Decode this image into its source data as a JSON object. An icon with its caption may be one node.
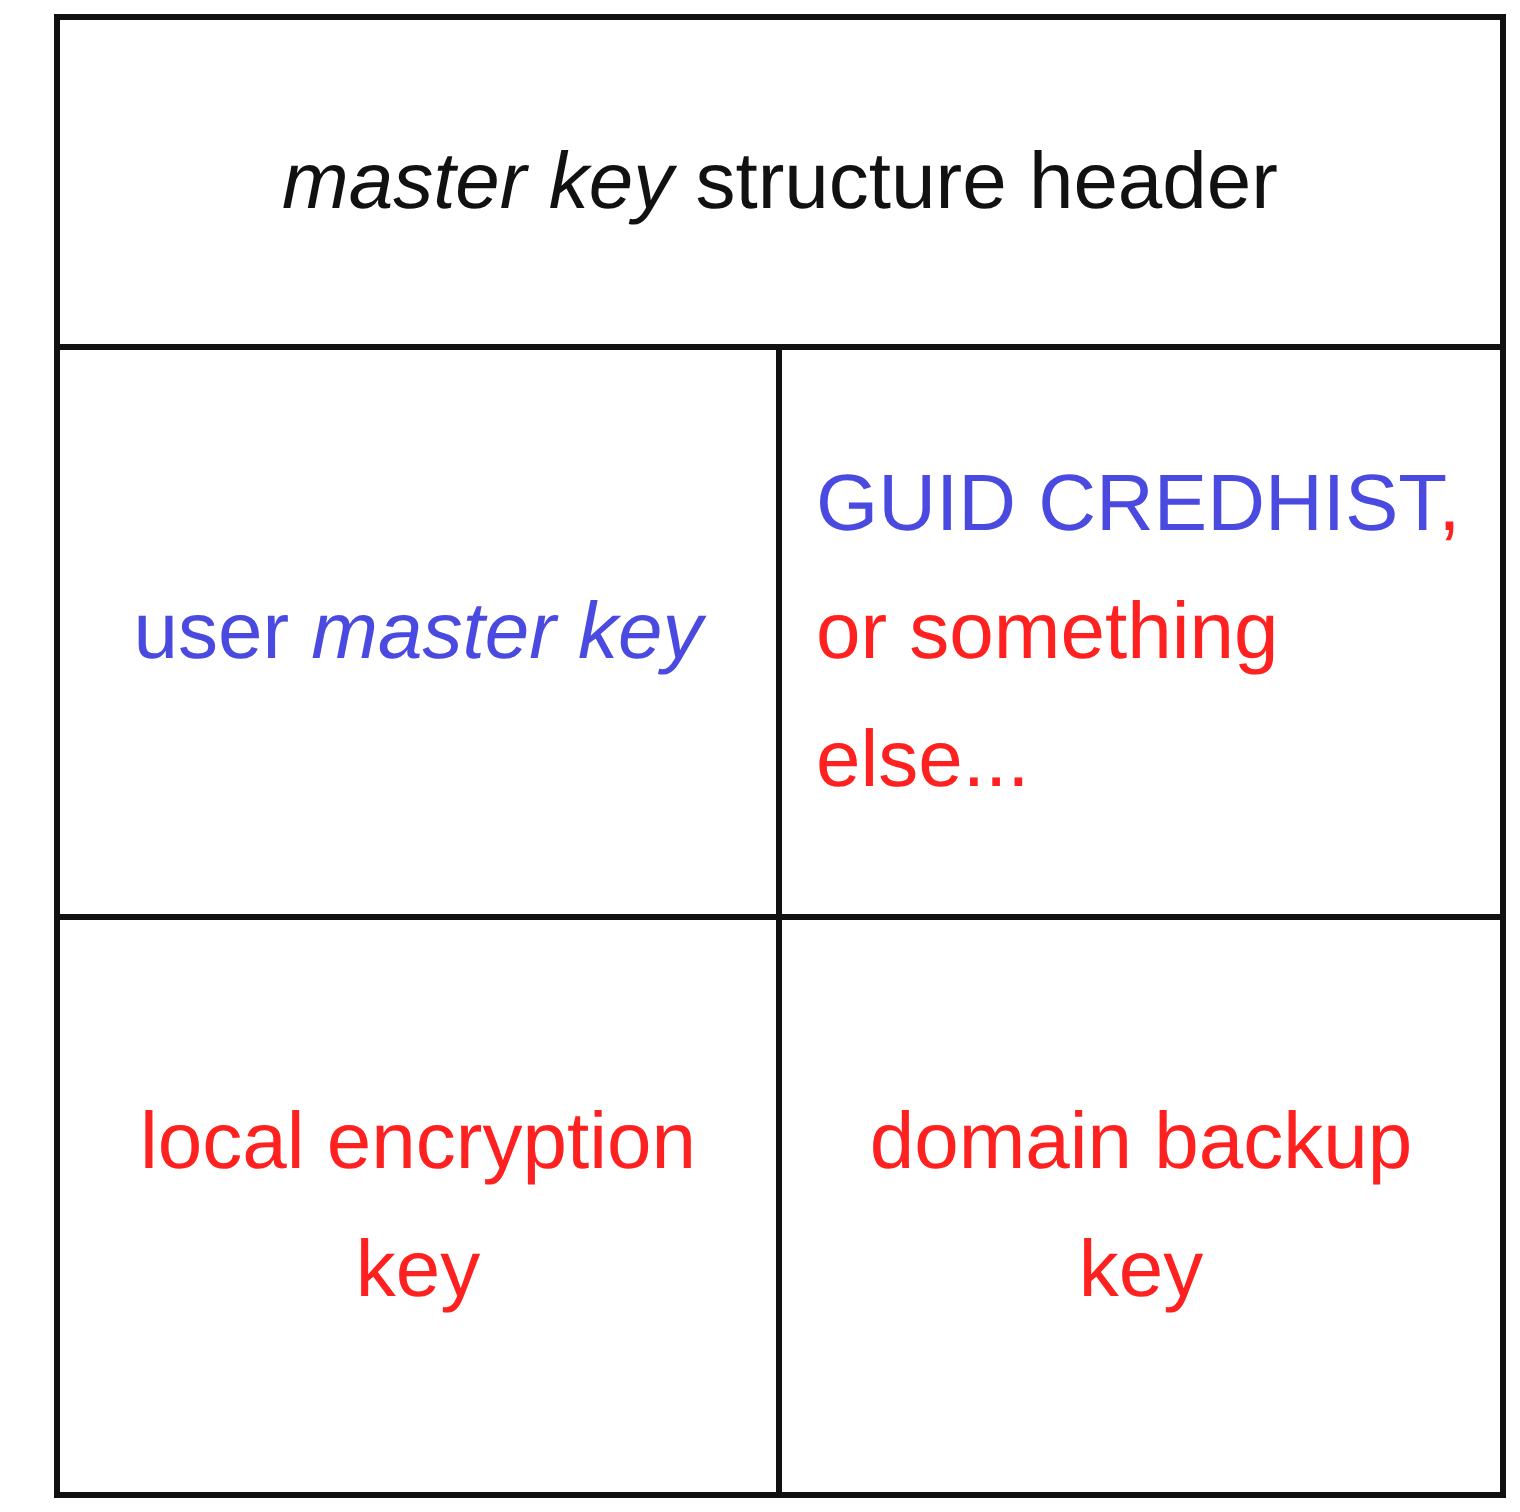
{
  "diagram": {
    "nodes": [
      {
        "text": [
          "*master key* structure header"
        ]
      },
      {
        "text": [
          "user *master key*"
        ]
      },
      {
        "text": [
          "GUID CREDHIST",
          ", or something else..."
        ]
      },
      {
        "text": [
          "local encryption key"
        ]
      },
      {
        "text": [
          "domain backup key"
        ]
      }
    ]
  }
}
